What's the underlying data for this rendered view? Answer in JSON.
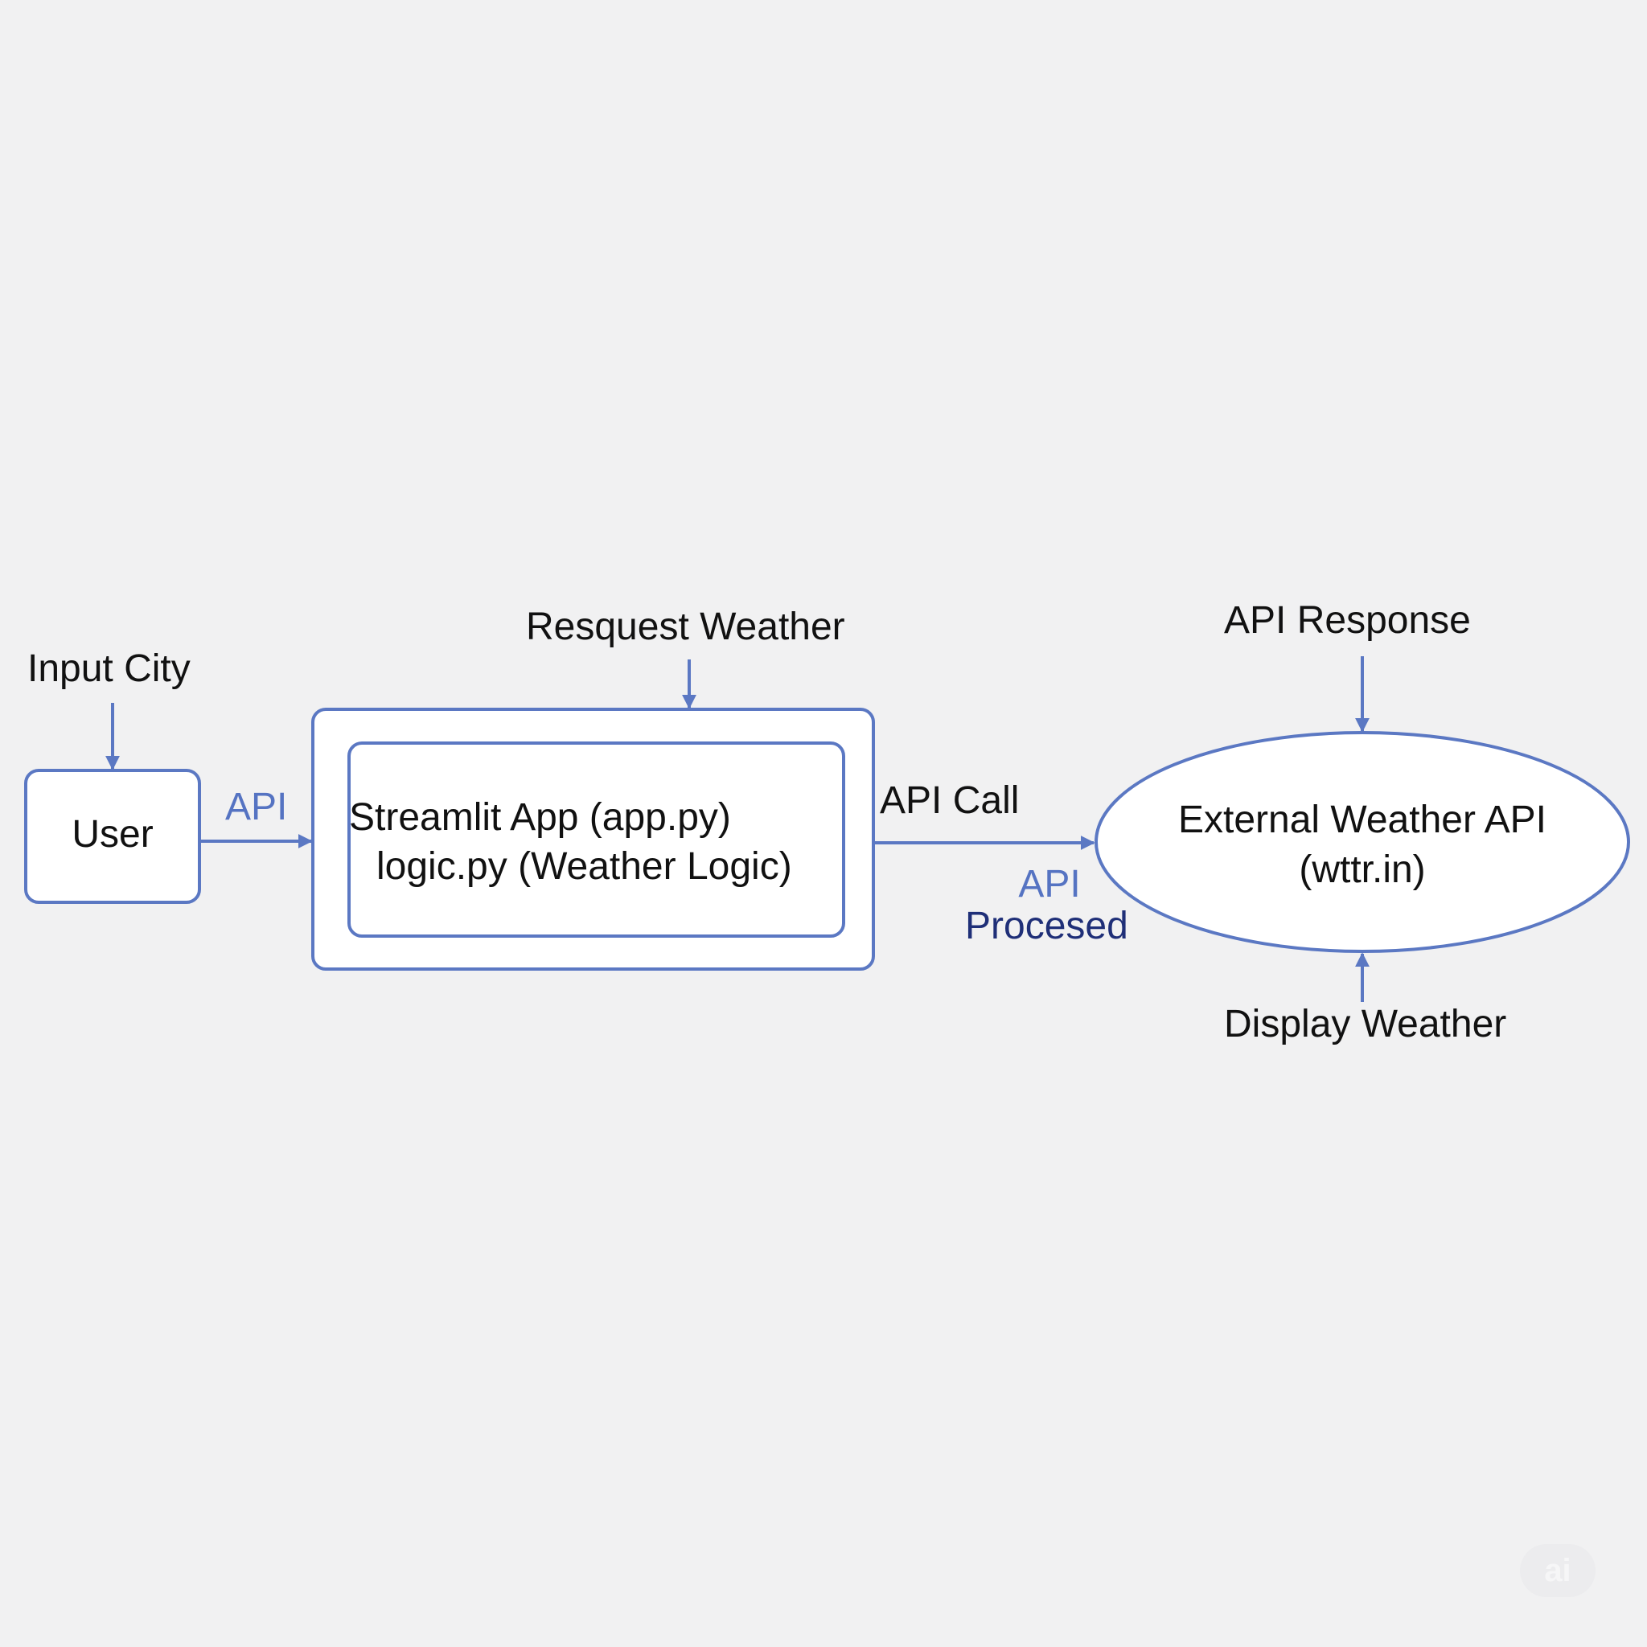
{
  "colors": {
    "background": "#f1f1f2",
    "stroke": "#5b78c3",
    "box_fill": "#ffffff",
    "label_text": "#111111",
    "blue_label": "#5573c2",
    "navy_label": "#1f2f78"
  },
  "nodes": {
    "user": {
      "label": "User"
    },
    "streamlit_app": {
      "line1": "Streamlit App (app.py)",
      "line2": "logic.py (Weather Logic)"
    },
    "external_api": {
      "line1": "External Weather API",
      "line2": "(wttr.in)"
    }
  },
  "edge_labels": {
    "input_city": "Input City",
    "request_weather": "Resquest Weather",
    "api_response": "API Response",
    "display_weather": "Display Weather",
    "user_to_app": "API",
    "api_call": "API Call",
    "api_processed_line1": "API",
    "api_processed_line2": "Procesed"
  },
  "watermark": {
    "text": "ai",
    "icon": "ai-badge-icon"
  }
}
